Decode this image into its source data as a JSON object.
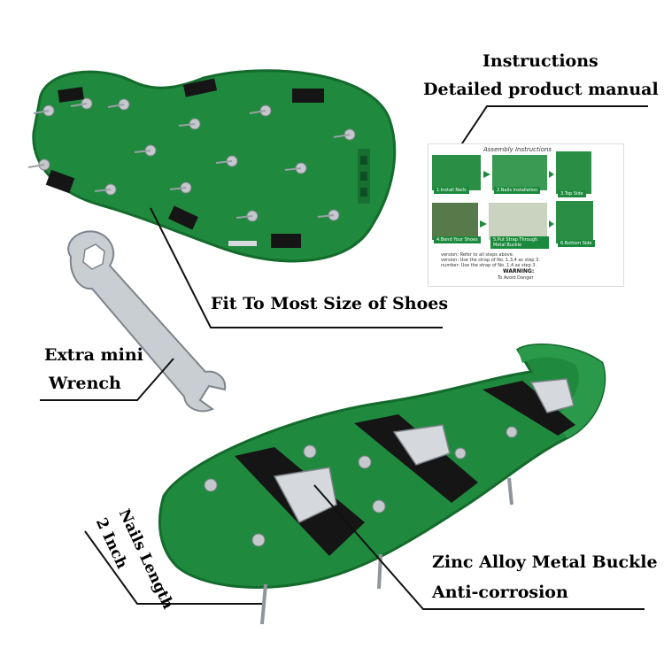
{
  "labels": {
    "instructions": "Instructions",
    "manual": "Detailed product manual",
    "fit": "Fit To Most Size of Shoes",
    "wrench_line1": "Extra mini",
    "wrench_line2": "Wrench",
    "nails_line1": "Nails Length",
    "nails_line2": "2 Inch",
    "buckle_line1": "Zinc Alloy Metal Buckle",
    "buckle_line2": "Anti-corrosion"
  },
  "manual_card": {
    "title": "Assembly Instructions",
    "steps": [
      "1.Install Nails",
      "2.Nails Installation",
      "3.Top Side",
      "4.Bend Your Shoes",
      "5.Put Strap Through Metal Buckle",
      "6.Bottom Side"
    ],
    "note_line1": "version: Refer to all steps above.",
    "note_line2": "version: Use the strap of No. 1,3,4 as step 3.",
    "note_line3": "number: Use the strap of No. 1,4 as step 3.",
    "warning": "WARNING:",
    "warning_line2": "To Avoid Danger"
  },
  "colors": {
    "sandal_green": "#1f8a3e",
    "sandal_dark": "#136b2c",
    "strap": "#151515",
    "metal": "#b9bec4",
    "line": "#111111"
  }
}
